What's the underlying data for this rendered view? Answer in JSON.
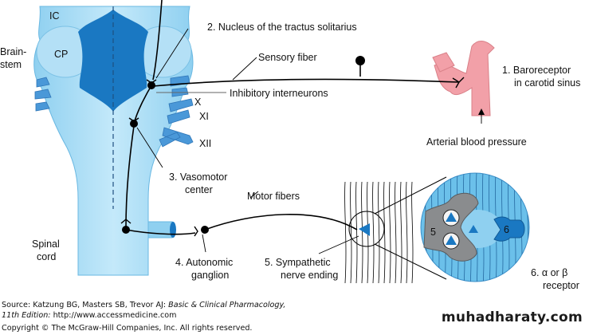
{
  "diagram": {
    "brainstem_labels": {
      "ic": "IC",
      "cp": "CP",
      "brainstem": [
        "Brain-",
        "stem"
      ],
      "spinal_cord": [
        "Spinal",
        "cord"
      ],
      "nerve_x": "X",
      "nerve_xi": "XI",
      "nerve_xii": "XII"
    },
    "numbered_labels": {
      "baroreceptor": [
        "1. Baroreceptor",
        "in carotid sinus"
      ],
      "nts": "2. Nucleus of the tractus solitarius",
      "vasomotor": [
        "3. Vasomotor",
        "center"
      ],
      "ganglion": [
        "4. Autonomic",
        "ganglion"
      ],
      "sympathetic": [
        "5. Sympathetic",
        "nerve ending"
      ],
      "receptor": [
        "6. α or β",
        "receptor"
      ]
    },
    "other_labels": {
      "sensory_fiber": "Sensory fiber",
      "inhibitory": "Inhibitory interneurons",
      "arterial_bp": "Arterial blood pressure",
      "motor_fibers": "Motor fibers",
      "inset_5": "5",
      "inset_6": "6"
    },
    "colors": {
      "tissue_light": "#a8dcf4",
      "tissue_mid": "#7cc6ec",
      "tissue_dark": "#1a78c2",
      "nerve_root": "#4a98d8",
      "artery": "#f2a0a8",
      "vesicle_gray": "#8a8c8e"
    }
  },
  "footer": {
    "source_prefix": "Source: Katzung BG, Masters SB, Trevor AJ: ",
    "source_title": "Basic & Clinical Pharmacology,",
    "edition": "11th Edition:",
    "url": " http://www.accessmedicine.com",
    "copyright": "Copyright © The McGraw-Hill Companies, Inc. All rights reserved."
  },
  "watermark": "muhadharaty.com"
}
